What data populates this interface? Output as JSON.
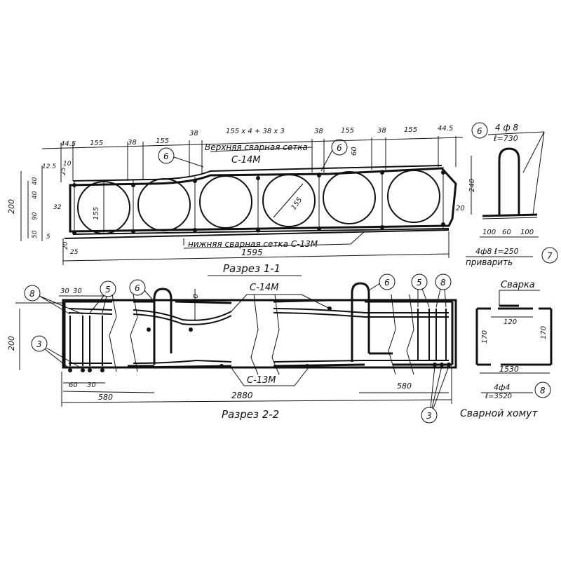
{
  "section1": {
    "title": "Разрез 1-1",
    "top_dims": [
      "44.5",
      "155",
      "38",
      "155",
      "38",
      "155 x 4 + 38 x 3",
      "38",
      "155",
      "38",
      "155",
      "44.5"
    ],
    "upper_mesh_label": "Верхняя сварная сетка",
    "upper_mesh_code": "С-14М",
    "lower_mesh_label": "нижняя сварная сетка С-13М",
    "left_dims": [
      "12.5",
      "10",
      "40",
      "25",
      "40",
      "32",
      "90",
      "155",
      "50",
      "5",
      "20",
      "25"
    ],
    "height": "200",
    "right_dim": "20",
    "void_dim": "155",
    "top_small": "60",
    "total_length": "1595",
    "callout_6a": "6",
    "callout_6b": "6"
  },
  "detail_loop": {
    "callout": "6",
    "spec_top": "4 ф 8",
    "spec_len": "ℓ=730",
    "height": "240",
    "dims": [
      "100",
      "60",
      "100"
    ],
    "bottom_spec": "4ф8 ℓ=250",
    "weld_note": "приварить",
    "callout_7": "7"
  },
  "section2": {
    "title": "Разрез 2-2",
    "upper_mesh_code": "С-14М",
    "lower_mesh_code": "С-13М",
    "left_dims": [
      "30",
      "30"
    ],
    "height": "200",
    "bottom_left_dims": [
      "60",
      "30"
    ],
    "end_zone_left": "580",
    "end_zone_right": "580",
    "total_length": "2880",
    "loop_dim": "60",
    "callouts": {
      "c8a": "8",
      "c5a": "5",
      "c6a": "6",
      "c3a": "3",
      "c6b": "6",
      "c5b": "5",
      "c8b": "8",
      "c3b": "3"
    }
  },
  "detail_stirrup": {
    "weld_label": "Сварка",
    "weld_len": "120",
    "height_left": "170",
    "height_right": "170",
    "width": "1530",
    "spec": "4ф4",
    "spec_len": "ℓ=3520",
    "callout": "8",
    "title": "Сварной хомут"
  }
}
